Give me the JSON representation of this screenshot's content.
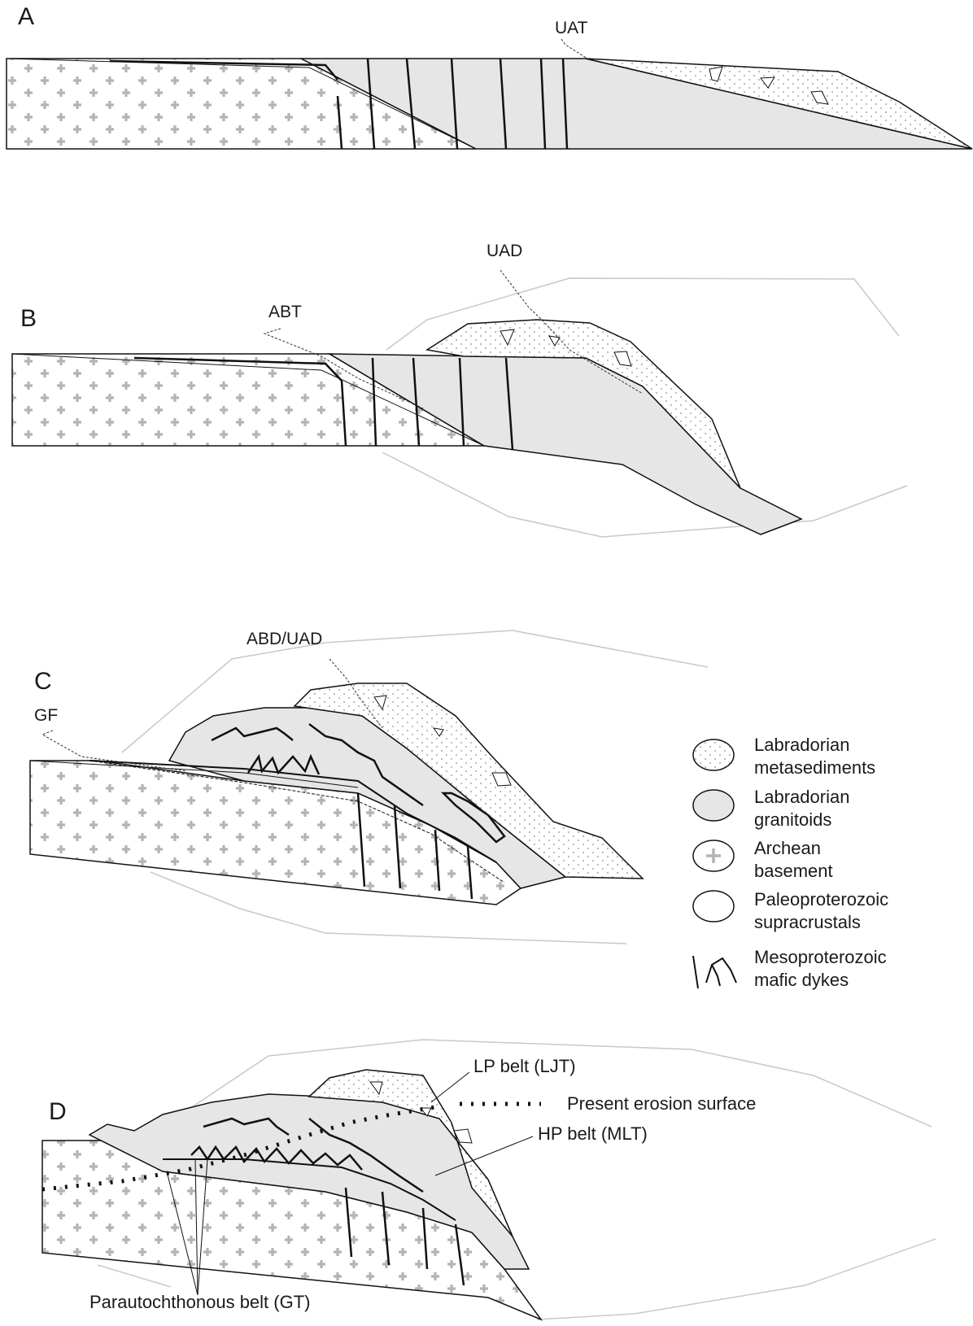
{
  "panels": [
    {
      "id": "A",
      "letter": "A",
      "fault_labels": [
        "UAT"
      ]
    },
    {
      "id": "B",
      "letter": "B",
      "fault_labels": [
        "UAD",
        "ABT"
      ]
    },
    {
      "id": "C",
      "letter": "C",
      "fault_labels": [
        "ABD/UAD",
        "GF"
      ]
    },
    {
      "id": "D",
      "letter": "D",
      "fault_labels": [
        "LP belt (LJT)",
        "Present erosion surface",
        "HP belt (MLT)",
        "Parautochthonous belt (GT)"
      ]
    }
  ],
  "legend": [
    {
      "line1": "Labradorian",
      "line2": "metasediments",
      "icon": "dotted-ellipse-swatch"
    },
    {
      "line1": "Labradorian",
      "line2": "granitoids",
      "icon": "gray-ellipse-swatch"
    },
    {
      "line1": "Archean",
      "line2": "basement",
      "icon": "cross-ellipse-swatch"
    },
    {
      "line1": "Paleoproterozoic",
      "line2": "supracrustals",
      "icon": "white-ellipse-swatch"
    },
    {
      "line1": "Mesoproterozoic",
      "line2": "mafic dykes",
      "icon": "dyke-symbol"
    }
  ],
  "colors": {
    "granitoid_fill": "#e6e6e6",
    "basement_cross": "#b4b4b4",
    "metased_dot": "#b8b8b8",
    "outline": "#111111",
    "ghost_line": "#c8c8c8"
  }
}
